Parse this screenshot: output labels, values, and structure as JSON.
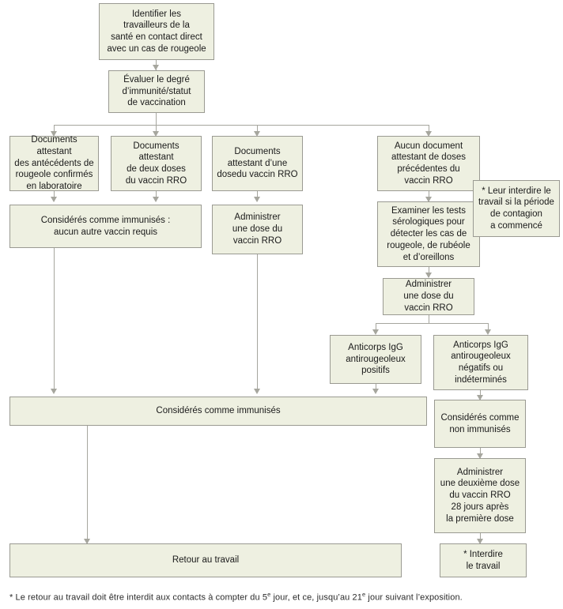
{
  "document": {
    "title": "Identifier les travailleurs de la santé en contact direct avec un cas de rougeole",
    "language": "fr",
    "type": "flowchart",
    "colors": {
      "node_fill": "#eef0e1",
      "node_border": "#9a9a92",
      "connector": "#a6a69e",
      "background": "#ffffff",
      "text": "#1a1a1a"
    }
  },
  "nodes": {
    "identify": "Identifier les\ntravailleurs de la\nsanté en contact direct\navec un cas de rougeole",
    "evaluate": "Évaluer le degré\nd’immunité/statut\nde vaccination",
    "doc_lab_confirmed": "Documents attestant\ndes antécédents de\nrougeole confirmés\nen laboratoire",
    "doc_two_doses": "Documents attestant\nde deux doses\ndu vaccin RRO",
    "doc_one_dose": "Documents\nattestant d’une\ndosedu vaccin RRO",
    "no_document": "Aucun document\nattestant de doses\nprécédentes du\nvaccin RRO",
    "considered_immune_no_vaccine": "Considérés comme immunisés :\naucun autre vaccin requis",
    "administer_one_dose": "Administrer\nune dose du\nvaccin RRO",
    "prohibit_work_contagious": "* Leur interdire le\ntravail si la période\nde contagion\na commencé",
    "examine_serology": "Examiner les tests\nsérologiques pour\ndétecter les cas de\nrougeole, de rubéole\net d’oreillons",
    "administer_one_dose_right": "Administrer\nune dose du\nvaccin RRO",
    "igg_positive": "Anticorps IgG\nantirougeoleux\npositifs",
    "igg_negative": "Anticorps IgG\nantirougeoleux\nnégatifs ou\nindéterminés",
    "considered_immune": "Considérés comme immunisés",
    "considered_not_immune": "Considérés comme\nnon immunisés",
    "administer_second_dose": "Administrer\nune deuxième dose\ndu vaccin RRO\n28 jours après\nla première dose",
    "return_to_work": "Retour au travail",
    "prohibit_work": "* Interdire\nle travail"
  },
  "footnote": {
    "prefix": "* Le retour au travail doit être interdit aux contacts à compter du 5",
    "sup1": "e",
    "middle": " jour, et ce, jusqu’au 21",
    "sup2": "e",
    "suffix": " jour suivant l’exposition."
  }
}
